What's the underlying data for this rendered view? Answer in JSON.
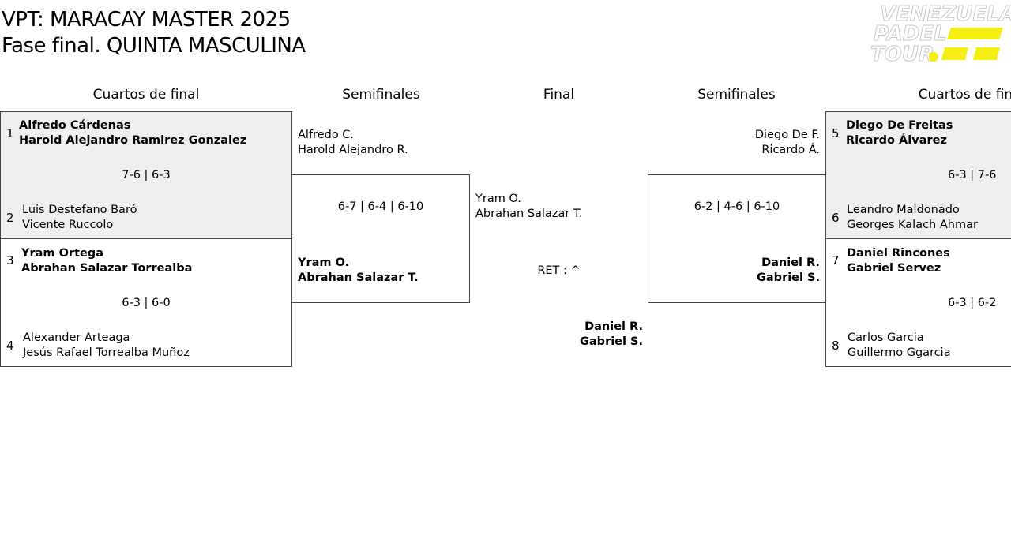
{
  "header": {
    "title_line1": "VPT: MARACAY MASTER 2025",
    "title_line2": "Fase final. QUINTA MASCULINA",
    "logo_text": [
      "VENEZUELA",
      "PADEL",
      "TOUR"
    ],
    "logo_accent": "#f5ef14"
  },
  "rounds": {
    "qf_left": "Cuartos de final",
    "sf_left": "Semifinales",
    "final": "Final",
    "sf_right": "Semifinales",
    "qf_right": "Cuartos de final"
  },
  "quarterfinals": [
    {
      "top": {
        "seed": "1",
        "p1": "Alfredo Cárdenas",
        "p2": "Harold Alejandro Ramirez Gonzalez"
      },
      "bottom": {
        "seed": "2",
        "p1": "Luis Destefano Baró",
        "p2": "Vicente Ruccolo"
      },
      "score": "7-6 | 6-3"
    },
    {
      "top": {
        "seed": "3",
        "p1": "Yram Ortega",
        "p2": "Abrahan Salazar Torrealba"
      },
      "bottom": {
        "seed": "4",
        "p1": "Alexander Arteaga",
        "p2": "Jesús Rafael Torrealba Muñoz"
      },
      "score": "6-3 | 6-0"
    },
    {
      "top": {
        "seed": "5",
        "p1": "Diego De Freitas",
        "p2": "Ricardo Álvarez"
      },
      "bottom": {
        "seed": "6",
        "p1": "Leandro Maldonado",
        "p2": "Georges Kalach Ahmar"
      },
      "score": "6-3 | 7-6"
    },
    {
      "top": {
        "seed": "7",
        "p1": "Daniel Rincones",
        "p2": "Gabriel Servez"
      },
      "bottom": {
        "seed": "8",
        "p1": "Carlos Garcia",
        "p2": "Guillermo Ggarcia"
      },
      "score": "6-3 | 6-2"
    }
  ],
  "semifinals": [
    {
      "top": {
        "p1": "Alfredo C.",
        "p2": "Harold Alejandro R."
      },
      "bottom": {
        "p1": "Yram O.",
        "p2": "Abrahan Salazar T."
      },
      "score": "6-7 | 6-4 | 6-10"
    },
    {
      "top": {
        "p1": "Diego De F.",
        "p2": "Ricardo Á."
      },
      "bottom": {
        "p1": "Daniel R.",
        "p2": "Gabriel S."
      },
      "score": "6-2 | 4-6 | 6-10"
    }
  ],
  "final": {
    "top": {
      "p1": "Yram O.",
      "p2": "Abrahan Salazar T."
    },
    "score": "RET : ^",
    "winner": {
      "p1": "Daniel R.",
      "p2": "Gabriel S."
    }
  }
}
